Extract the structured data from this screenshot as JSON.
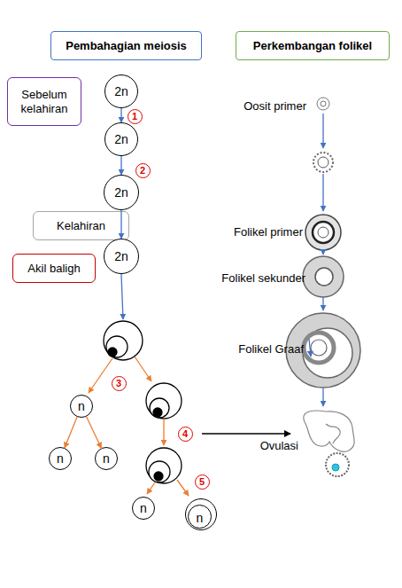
{
  "diagram": {
    "nodes": [
      {
        "text": [
          "Pembahagian meiosis"
        ]
      },
      {
        "text": [
          "Perkembangan folikel"
        ]
      },
      {
        "text": [
          "Sebelum kelahiran"
        ]
      },
      {
        "text": [
          "2n"
        ]
      },
      {
        "text": [
          "2n"
        ]
      },
      {
        "text": [
          "2n"
        ]
      },
      {
        "text": [
          "Kelahiran"
        ]
      },
      {
        "text": [
          "Akil baligh"
        ]
      },
      {
        "text": [
          "2n"
        ]
      },
      {
        "text": [
          "n"
        ]
      },
      {
        "text": [
          "n"
        ]
      },
      {
        "text": [
          "n"
        ]
      },
      {
        "text": [
          "n"
        ]
      },
      {
        "text": [
          "n"
        ]
      }
    ],
    "edges": [
      {
        "from": 3,
        "to": 4,
        "arrow": "to"
      },
      {
        "from": 4,
        "to": 5,
        "arrow": "to"
      },
      {
        "from": 5,
        "to": 8,
        "arrow": "to"
      },
      {
        "from": 9,
        "to": 10,
        "arrow": "to"
      },
      {
        "from": 9,
        "to": 11,
        "arrow": "to"
      }
    ],
    "labels": [
      "1",
      "Oosit primer",
      "2",
      "Folikel primer",
      "Folikel sekunder",
      "Folikel Graaf",
      "3",
      "4",
      "Ovulasi",
      "5"
    ]
  }
}
